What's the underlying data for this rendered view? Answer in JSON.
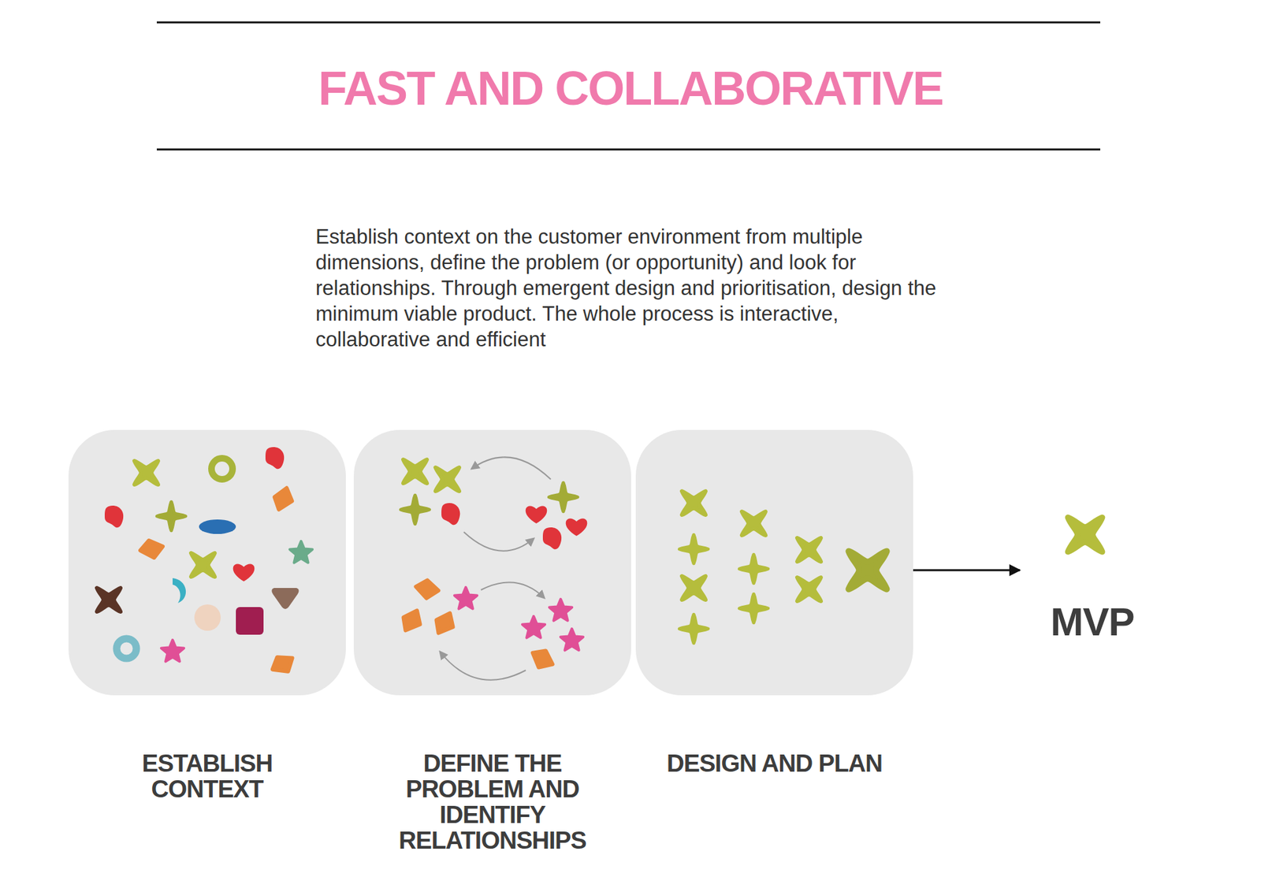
{
  "diagram": {
    "title": "FAST AND COLLABORATIVE",
    "nodes": [
      {
        "text": [
          "ESTABLISH CONTEXT"
        ]
      },
      {
        "text": [
          "DEFINE THE PROBLEM AND IDENTIFY RELATIONSHIPS"
        ]
      },
      {
        "text": [
          "DESIGN AND PLAN"
        ]
      },
      {
        "text": [
          "MVP"
        ]
      }
    ],
    "edges": [
      {
        "from": 2,
        "to": 3,
        "arrow": "to"
      }
    ],
    "labels": [
      "Establish context on the customer environment from multiple dimensions, define the problem (or opportunity) and look for relationships. Through emergent design and prioritisation, design the minimum viable product. The whole process is interactive, collaborative and efficient"
    ]
  }
}
